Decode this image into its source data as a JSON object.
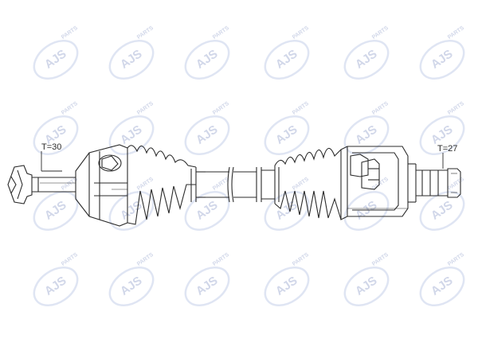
{
  "diagram": {
    "labels": {
      "left_teeth": "T=30",
      "right_teeth": "T=27"
    },
    "watermark": {
      "brand_text": "AJS",
      "parts_text": "PARTS",
      "logo_color": "#5a6fb0",
      "logo_outline_color": "#8ea0d4"
    },
    "line_color": "#2b2b2b"
  }
}
